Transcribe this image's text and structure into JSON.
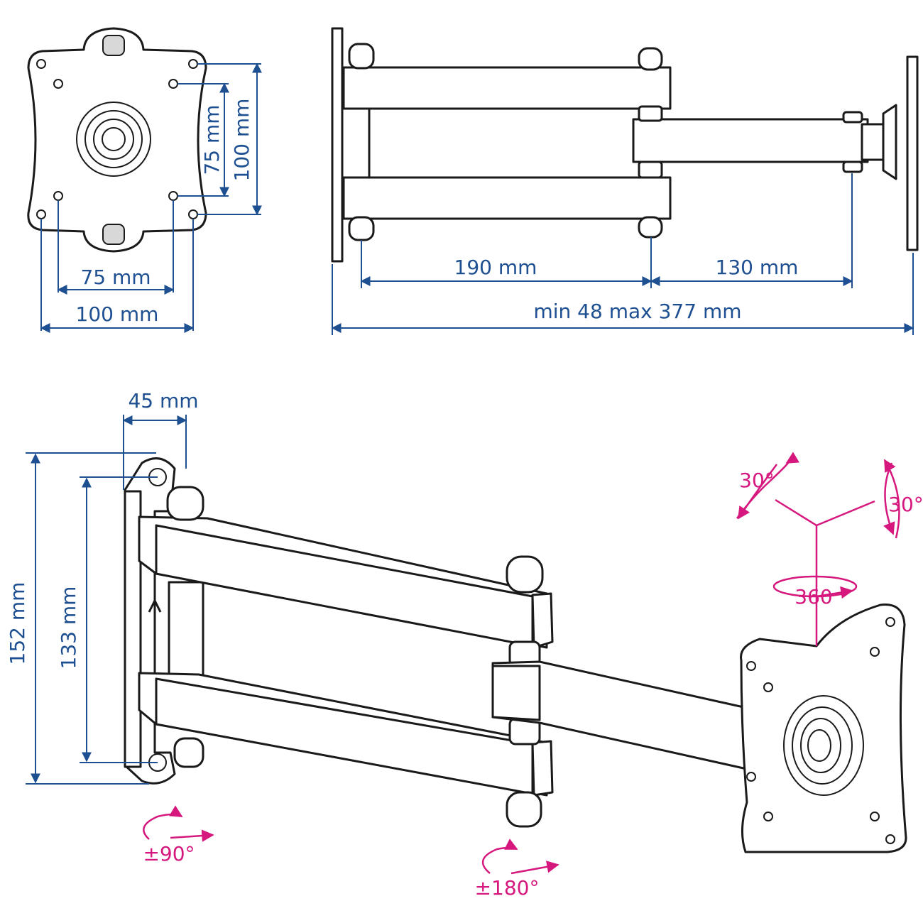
{
  "dimensions": {
    "vesa_inner_width": "75 mm",
    "vesa_outer_width": "100 mm",
    "vesa_inner_height": "75 mm",
    "vesa_outer_height": "100 mm",
    "arm_segment_1": "190 mm",
    "arm_segment_2": "130 mm",
    "extension_range": "min 48 max 377 mm",
    "wall_offset": "45 mm",
    "wall_plate_height": "152 mm",
    "hole_spacing_height": "133 mm"
  },
  "rotations": {
    "tilt": "30°",
    "swivel": "30°",
    "rotate": "360",
    "wall_joint": "±90°",
    "middle_joint": "±180°"
  },
  "colors": {
    "dimension": "#1d4f91",
    "rotation": "#d6187e",
    "outline": "#1a1a1a"
  }
}
